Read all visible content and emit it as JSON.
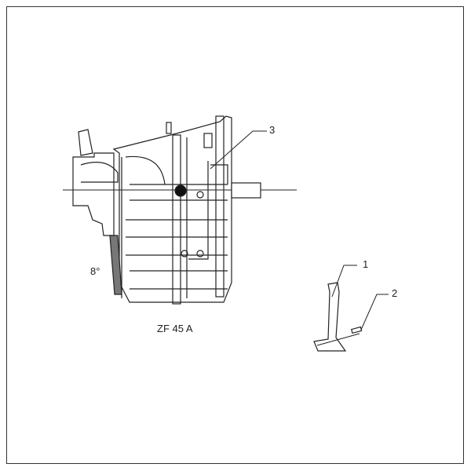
{
  "callouts": {
    "part1": "1",
    "part2": "2",
    "part3": "3"
  },
  "angle_label": "8°",
  "model_label": "ZF 45 A"
}
